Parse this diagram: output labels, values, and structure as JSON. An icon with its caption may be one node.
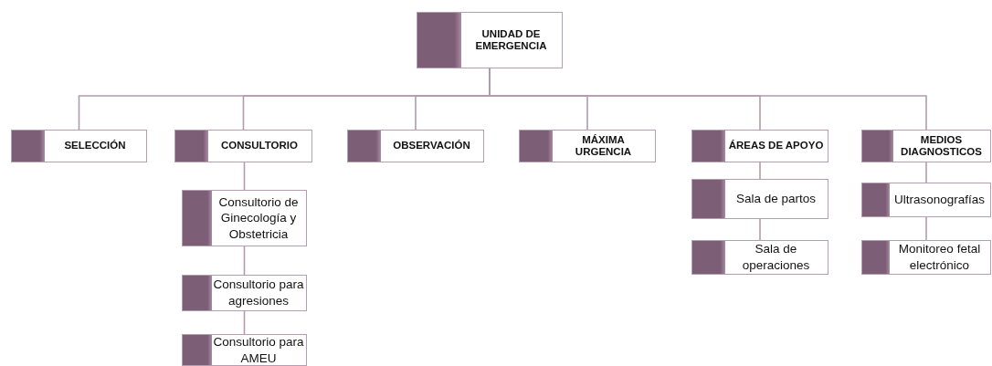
{
  "diagram": {
    "nodes": [
      {
        "text": [
          "UNIDAD DE EMERGENCIA"
        ]
      },
      {
        "text": [
          "SELECCIÓN"
        ]
      },
      {
        "text": [
          "CONSULTORIO"
        ]
      },
      {
        "text": [
          "OBSERVACIÓN"
        ]
      },
      {
        "text": [
          "MÁXIMA URGENCIA"
        ]
      },
      {
        "text": [
          "ÁREAS DE APOYO"
        ]
      },
      {
        "text": [
          "MEDIOS DIAGNOSTICOS"
        ]
      },
      {
        "text": [
          "Consultorio de Ginecología y Obstetricia"
        ]
      },
      {
        "text": [
          "Consultorio para agresiones"
        ]
      },
      {
        "text": [
          "Consultorio para AMEU"
        ]
      },
      {
        "text": [
          "Sala de partos"
        ]
      },
      {
        "text": [
          "Sala de operaciones"
        ]
      },
      {
        "text": [
          "Ultrasonografías"
        ]
      },
      {
        "text": [
          "Monitoreo fetal electrónico"
        ]
      }
    ],
    "edges": [
      {
        "from": 0,
        "to": 1,
        "arrow": "none"
      },
      {
        "from": 0,
        "to": 2,
        "arrow": "none"
      },
      {
        "from": 0,
        "to": 3,
        "arrow": "none"
      },
      {
        "from": 0,
        "to": 4,
        "arrow": "none"
      },
      {
        "from": 0,
        "to": 5,
        "arrow": "none"
      },
      {
        "from": 0,
        "to": 6,
        "arrow": "none"
      },
      {
        "from": 2,
        "to": 7,
        "arrow": "none"
      },
      {
        "from": 7,
        "to": 8,
        "arrow": "none"
      },
      {
        "from": 8,
        "to": 9,
        "arrow": "none"
      },
      {
        "from": 5,
        "to": 10,
        "arrow": "none"
      },
      {
        "from": 10,
        "to": 11,
        "arrow": "none"
      },
      {
        "from": 6,
        "to": 12,
        "arrow": "none"
      },
      {
        "from": 12,
        "to": 13,
        "arrow": "none"
      }
    ]
  }
}
